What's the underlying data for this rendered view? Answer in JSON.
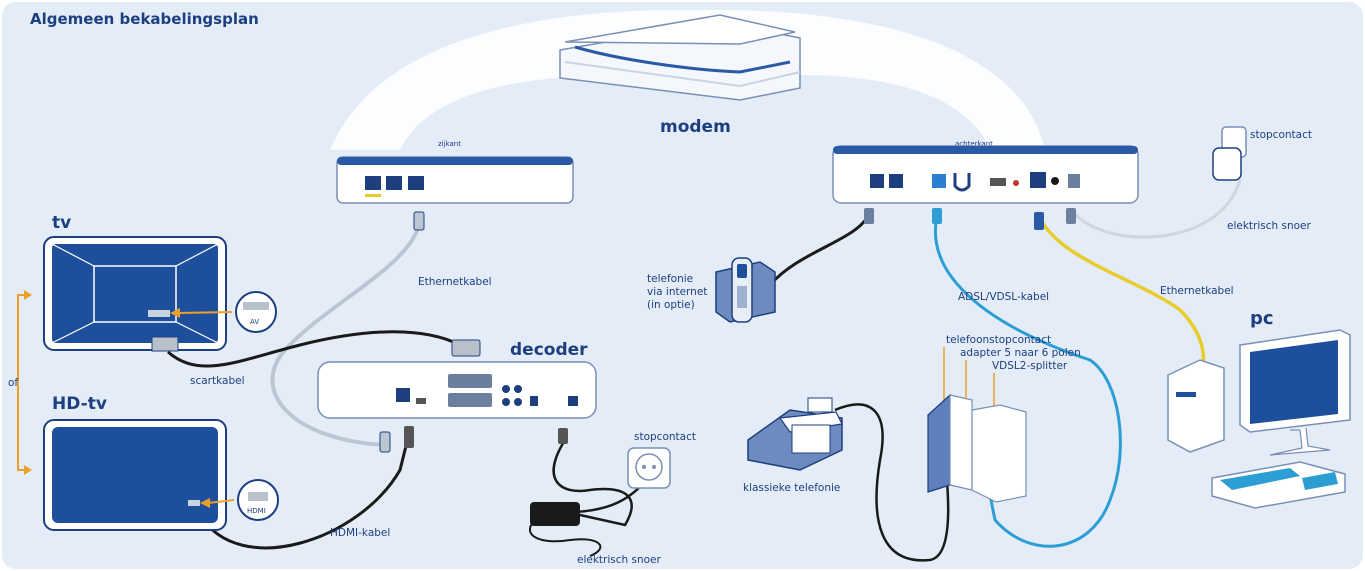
{
  "title": "Algemeen bekabelingsplan",
  "labels": {
    "modem": "modem",
    "zijkant": "zijkant",
    "achterkant": "achterkant",
    "tv": "tv",
    "hd_tv": "HD-tv",
    "of": "of",
    "decoder": "decoder",
    "pc": "pc",
    "ethernetkabel_left": "Ethernetkabel",
    "ethernetkabel_right": "Ethernetkabel",
    "scartkabel": "scartkabel",
    "hdmi_kabel": "HDMI-kabel",
    "stopcontact_decoder": "stopcontact",
    "stopcontact_modem": "stopcontact",
    "elektrisch_snoer_decoder": "elektrisch snoer",
    "elektrisch_snoer_modem": "elektrisch snoer",
    "telefonie_line1": "telefonie",
    "telefonie_line2": "via internet",
    "telefonie_line3": "(in optie)",
    "adsl_vdsl_kabel": "ADSL/VDSL-kabel",
    "telefoonstopcontact": "telefoonstopcontact",
    "adapter": "adapter 5 naar 6 polen",
    "vdsl2_splitter": "VDSL2-splitter",
    "klassieke_telefonie": "klassieke telefonie",
    "av_badge": "AV",
    "hdmi_badge": "HDMI"
  },
  "colors": {
    "navy": "#1d3f80",
    "blue": "#1e4f9c",
    "background": "#e4edf7",
    "grey_cable": "#bcc6d2",
    "yellow_cable": "#e8cc2c",
    "cyan_cable": "#2d9ed4",
    "black_cable": "#1a1a1a",
    "orange_arrow": "#e9a12a"
  }
}
